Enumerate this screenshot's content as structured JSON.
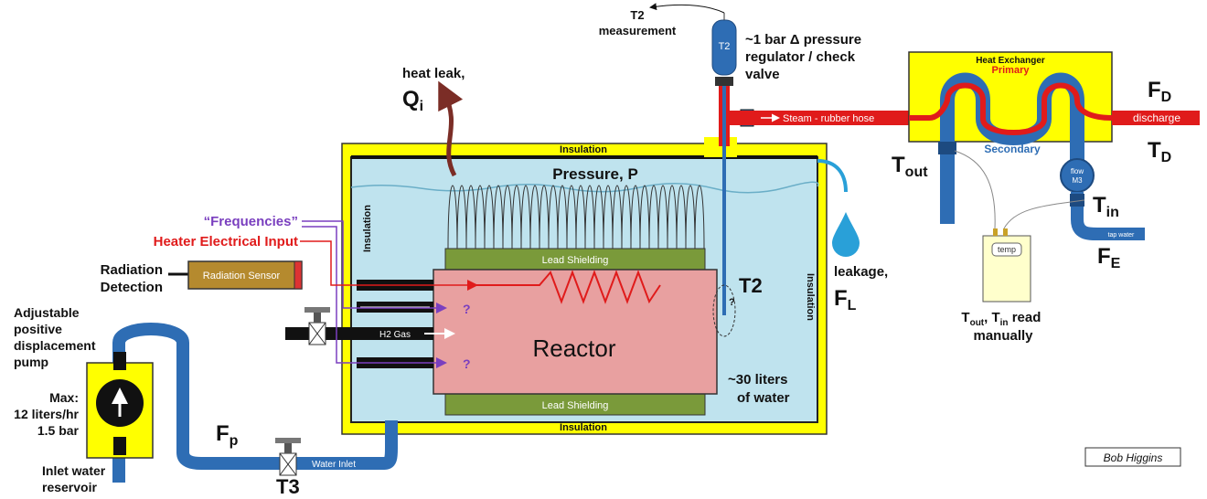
{
  "labels": {
    "t2_measurement": "T2\nmeasurement",
    "t2_probe": "T2",
    "regulator": "~1 bar Δ pressure\nregulator / check\nvalve",
    "heat_leak": "heat leak,",
    "qi_main": "Q",
    "qi_sub": "i",
    "heat_exchanger": "Heat Exchanger",
    "primary": "Primary",
    "secondary": "Secondary",
    "steam_hose": "Steam - rubber hose",
    "discharge": "discharge",
    "fd_main": "F",
    "fd_sub": "D",
    "td_main": "T",
    "td_sub": "D",
    "tout_main": "T",
    "tout_sub": "out",
    "tin_main": "T",
    "tin_sub": "in",
    "fe_main": "F",
    "fe_sub": "E",
    "flow_meter": "flow\nM3",
    "tap_water": "tap water",
    "tout_small": "T_out",
    "tin_small": "T_in",
    "temp_box": "temp",
    "read_manually_line1_a": "T",
    "read_manually_line1_b": "out",
    "read_manually_line1_c": ", T",
    "read_manually_line1_d": "in",
    "read_manually_line1_e": " read",
    "read_manually_line2": "manually",
    "insulation_top": "Insulation",
    "insulation_bottom": "Insulation",
    "insulation_left": "Insulation",
    "insulation_right": "Insulation",
    "pressure": "Pressure, P",
    "frequencies": "“Frequencies”",
    "heater_input": "Heater Electrical Input",
    "radiation_detection": "Radiation\nDetection",
    "radiation_sensor": "Radiation Sensor",
    "lead_shielding_top": "Lead Shielding",
    "lead_shielding_bottom": "Lead Shielding",
    "reactor": "Reactor",
    "h2_gas": "H2 Gas",
    "q_mark": "?",
    "t2_inner": "T2",
    "leakage": "leakage,",
    "fl_main": "F",
    "fl_sub": "L",
    "water_volume": "~30 liters\nof water",
    "pump_label": "Adjustable\npositive\ndisplacement\npump",
    "pump_max": "Max:\n12 liters/hr\n1.5 bar",
    "inlet_reservoir": "Inlet water\nreservoir",
    "fp_main": "F",
    "fp_sub": "p",
    "water_inlet": "Water Inlet",
    "t3": "T3",
    "author": "Bob Higgins"
  },
  "colors": {
    "insulation": "#ffff00",
    "water": "#bfe3ee",
    "reactor": "#e8a0a0",
    "lead": "#7a9a3a",
    "pipe_blue": "#2e6db4",
    "steam_red": "#e01b1b",
    "heat_leak": "#7b2d26",
    "frequencies": "#7a3fbf",
    "heater": "#e01b1b",
    "sensor": "#b58a2e"
  }
}
